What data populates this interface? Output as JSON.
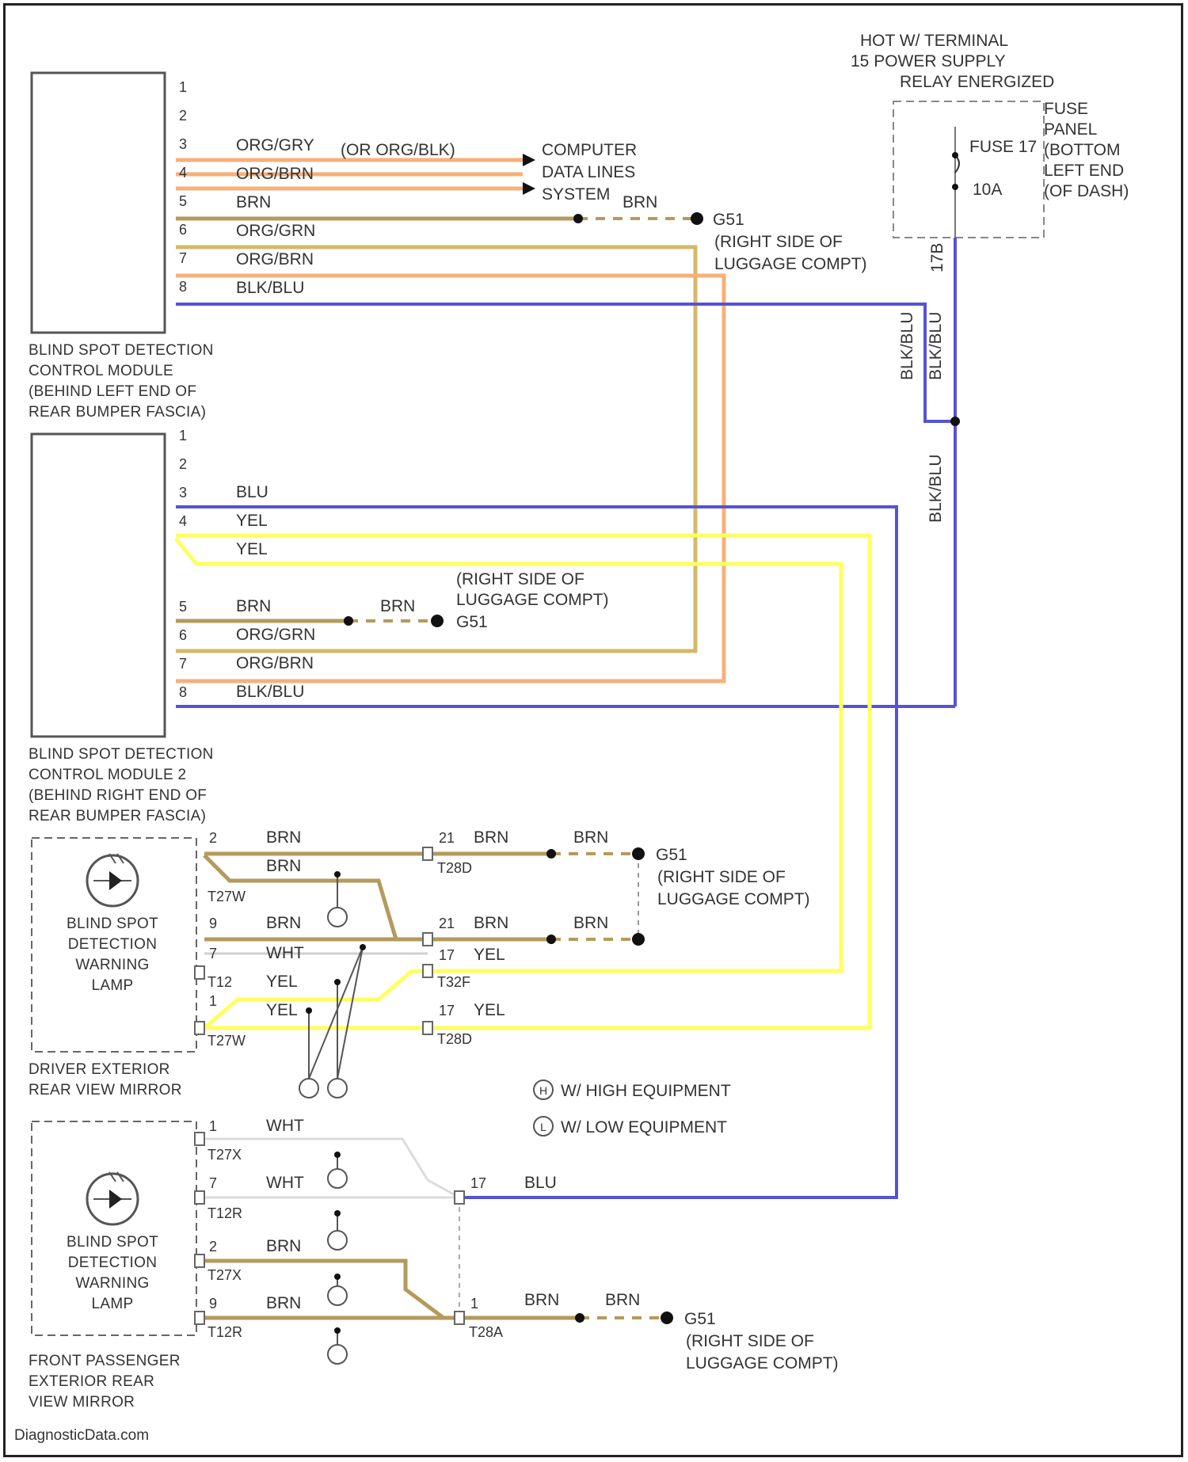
{
  "watermark": "DiagnosticData.com",
  "power": {
    "heading": [
      "HOT W/ TERMINAL",
      "15 POWER SUPPLY",
      "RELAY ENERGIZED"
    ],
    "fuse_name": "FUSE 17",
    "fuse_rating": "10A",
    "fuse_panel": [
      "FUSE",
      "PANEL",
      "(BOTTOM",
      "LEFT END",
      "(OF DASH)"
    ],
    "wire_red": "17B",
    "wire_blk_blu_a": "BLK/BLU",
    "wire_blk_blu_b": "BLK/BLU",
    "wire_blk_blu_c": "BLK/BLU"
  },
  "module1": {
    "label": [
      "BLIND SPOT DETECTION",
      "CONTROL MODULE",
      "(BEHIND LEFT END OF",
      "REAR BUMPER FASCIA)"
    ],
    "pins": [
      "1",
      "2",
      "3",
      "4",
      "5",
      "6",
      "7",
      "8"
    ],
    "wires": [
      "ORG/GRY",
      "ORG/BRN",
      "BRN",
      "ORG/GRN",
      "ORG/BRN",
      "BLK/BLU"
    ],
    "wire3_alt": "(OR ORG/BLK)",
    "computer": [
      "COMPUTER",
      "DATA LINES",
      "SYSTEM"
    ],
    "brn_after": "BRN",
    "ground": "G51",
    "ground_loc": [
      "(RIGHT SIDE OF",
      "LUGGAGE COMPT)"
    ]
  },
  "module2": {
    "label": [
      "BLIND SPOT DETECTION",
      "CONTROL MODULE 2",
      "(BEHIND RIGHT END OF",
      "REAR BUMPER FASCIA)"
    ],
    "pins": [
      "1",
      "2",
      "3",
      "4",
      "5",
      "6",
      "7",
      "8"
    ],
    "wires_top": [
      "BLU",
      "YEL",
      "YEL"
    ],
    "wires_bottom": [
      "BRN",
      "ORG/GRN",
      "ORG/BRN",
      "BLK/BLU"
    ],
    "brn_after": "BRN",
    "ground": "G51",
    "ground_loc": [
      "(RIGHT SIDE OF",
      "LUGGAGE COMPT)"
    ]
  },
  "driver_mirror": {
    "label": [
      "DRIVER EXTERIOR",
      "REAR VIEW MIRROR"
    ],
    "lamp": [
      "BLIND SPOT",
      "DETECTION",
      "WARNING",
      "LAMP"
    ],
    "pins": [
      "2",
      "9",
      "7",
      "1"
    ],
    "connectors": [
      "T27W",
      "T12",
      "T27W"
    ],
    "wires": [
      "BRN",
      "BRN",
      "BRN",
      "WHT",
      "YEL",
      "YEL"
    ],
    "right_pins": [
      "21",
      "21",
      "17",
      "17"
    ],
    "right_wires": [
      "BRN",
      "BRN",
      "YEL",
      "YEL"
    ],
    "right_connectors": [
      "T28D",
      "T32F",
      "T28D"
    ],
    "after_wires": [
      "BRN",
      "BRN"
    ],
    "ground": "G51",
    "ground_loc": [
      "(RIGHT SIDE OF",
      "LUGGAGE COMPT)"
    ]
  },
  "passenger_mirror": {
    "label": [
      "FRONT PASSENGER",
      "EXTERIOR REAR",
      "VIEW MIRROR"
    ],
    "lamp": [
      "BLIND SPOT",
      "DETECTION",
      "WARNING",
      "LAMP"
    ],
    "pins": [
      "1",
      "7",
      "2",
      "9"
    ],
    "connectors": [
      "T27X",
      "T12R",
      "T27X",
      "T12R"
    ],
    "wires": [
      "WHT",
      "WHT",
      "BRN",
      "BRN"
    ],
    "right_pin_blu": "17",
    "right_wire_blu": "BLU",
    "right_pin_brn": "1",
    "right_connector": "T28A",
    "after_wires": [
      "BRN",
      "BRN"
    ],
    "ground": "G51",
    "ground_loc": [
      "(RIGHT SIDE OF",
      "LUGGAGE COMPT)"
    ]
  },
  "legend": {
    "high": "W/ HIGH EQUIPMENT",
    "low": "W/ LOW EQUIPMENT",
    "high_sym": "H",
    "low_sym": "L"
  },
  "colors": {
    "orange": "#f7b07a",
    "tan": "#b49a5c",
    "blue": "#5553d4",
    "yellow": "#ffff60",
    "grey": "#cfcfcf"
  }
}
